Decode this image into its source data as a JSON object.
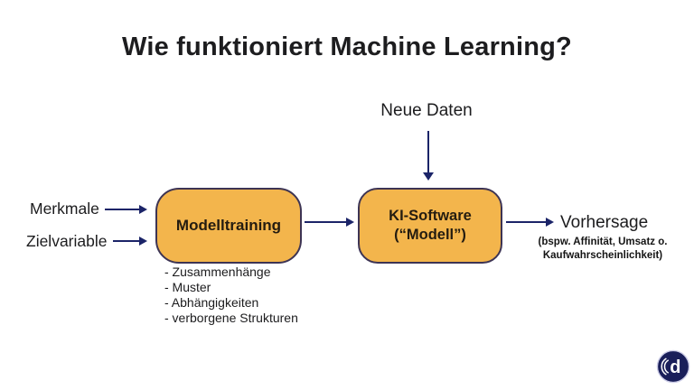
{
  "slide": {
    "title": "Wie funktioniert Machine Learning?"
  },
  "diagram": {
    "new_data_label": "Neue Daten",
    "inputs": [
      {
        "label": "Merkmale"
      },
      {
        "label": "Zielvariable"
      }
    ],
    "training_box": {
      "label": "Modelltraining"
    },
    "model_box": {
      "line1": "KI-Software",
      "line2": "(“Modell”)"
    },
    "output": {
      "label": "Vorhersage",
      "sub_line1": "(bspw. Affinität, Umsatz o.",
      "sub_line2": "Kaufwahrscheinlichkeit)"
    },
    "training_details": [
      "- Zusammenhänge",
      "- Muster",
      "- Abhängigkeiten",
      "- verborgene Strukturen"
    ]
  },
  "logo": {
    "letter": "d"
  },
  "colors": {
    "box_fill_orange": "#f3b54c",
    "box_border": "#3d3454",
    "arrow_navy": "#1b2468",
    "logo_navy": "#1a1f5a",
    "text_dark": "#1d1d1f",
    "background": "#ffffff"
  }
}
